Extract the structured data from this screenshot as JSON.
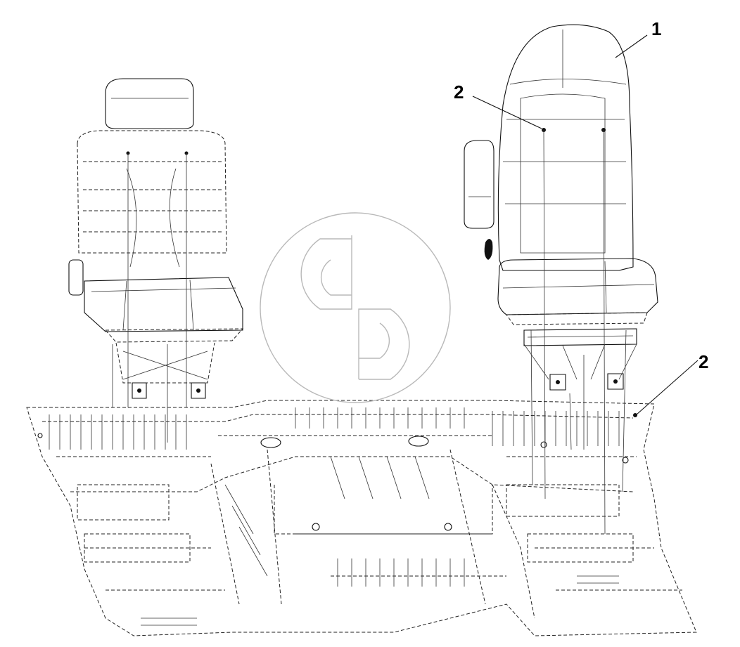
{
  "callouts": {
    "item_1": "1",
    "item_2_upper": "2",
    "item_2_lower": "2"
  },
  "colors": {
    "line": "#111111",
    "watermark": "#bdbdbd",
    "background": "#ffffff"
  },
  "watermark_icon": "cp-logo-watermark"
}
